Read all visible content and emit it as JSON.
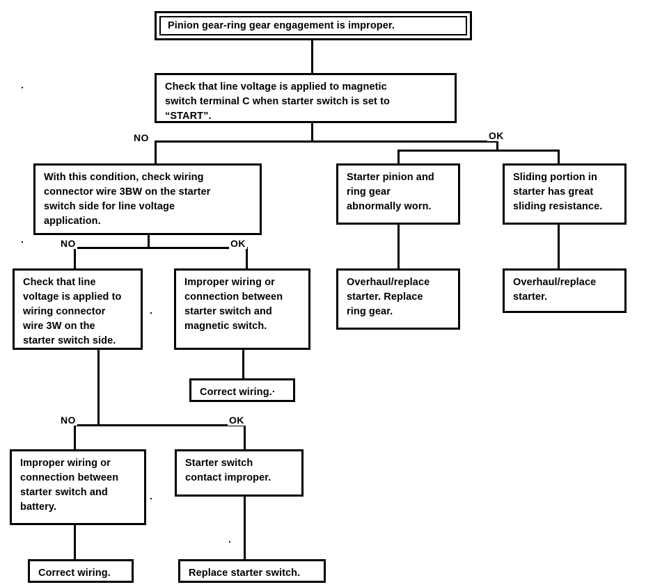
{
  "diagram": {
    "title": "Pinion gear-ring gear engagement troubleshooting flowchart",
    "line_color": "#000000",
    "background_color": "#ffffff"
  },
  "nodes": {
    "start": "Pinion gear-ring gear engagement is improper.",
    "check_line_voltage_magnetic": "Check that line voltage is applied to magnetic\nswitch terminal  C  when starter switch is set to\n“START”.",
    "check_wire_3bw": "With this condition, check wiring\nconnector wire 3BW on the starter\nswitch side for line voltage\napplication.",
    "starter_pinion_worn": "Starter pinion and\nring gear\nabnormally worn.",
    "sliding_portion": "Sliding portion in\nstarter has great\nsliding resistance.",
    "overhaul_replace_ring": "Overhaul/replace\nstarter.    Replace\nring gear.",
    "overhaul_replace_starter": "Overhaul/replace\nstarter.",
    "check_wire_3w": "Check that line\nvoltage is applied to\nwiring connector\nwire 3W on the\nstarter switch side.",
    "improper_wiring_magnetic": "Improper wiring or\nconnection between\nstarter switch and\nmagnetic switch.",
    "correct_wiring_mid": "Correct wiring.·",
    "improper_wiring_battery": "Improper wiring or\nconnection between\nstarter switch and\nbattery.",
    "starter_switch_contact": "Starter switch\ncontact improper.",
    "correct_wiring_bottom": "Correct wiring.",
    "replace_starter_switch": "Replace starter switch."
  },
  "branch_labels": {
    "no_1": "NO",
    "ok_1": "OK",
    "no_2": "NO",
    "ok_2": "OK",
    "no_3": "NO",
    "ok_3": "OK"
  }
}
